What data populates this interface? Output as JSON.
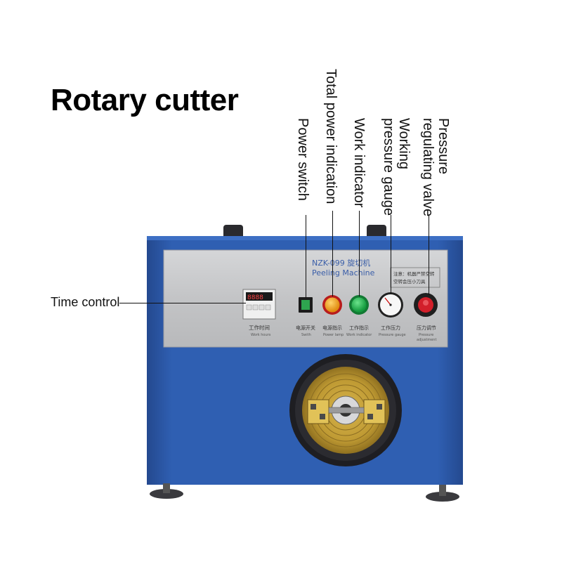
{
  "title": "Rotary cutter",
  "callouts": {
    "time_control": "Time control",
    "power_switch": "Power switch",
    "total_power_indication": "Total power indication",
    "work_indicator": "Work indicator",
    "working_pressure_gauge": [
      "Working",
      "pressure gauge"
    ],
    "pressure_regulating_valve": [
      "Pressure",
      "regulating valve"
    ]
  },
  "panel": {
    "model": "NZK-099  旋切机",
    "machine_name": "Peeling Machine",
    "notice": [
      "注意：机器严禁空转",
      "空转会压小刀具"
    ],
    "timer_label_cn": "工作时间",
    "timer_label_en": "Work hours",
    "switch_label_cn": "电源开关",
    "switch_label_en": "Swith",
    "power_lamp_cn": "电源指示",
    "power_lamp_en": "Power lamp",
    "work_indicator_cn": "工作指示",
    "work_indicator_en": "Work indicator",
    "gauge_cn": "工作压力",
    "gauge_en": "Pressure gauge",
    "valve_cn": "压力调节",
    "valve_en": [
      "Pressure",
      "adjustment"
    ]
  },
  "colors": {
    "cabinet_blue": "#2f5fb2",
    "cabinet_blue_dark": "#24498f",
    "panel_steel": "#c9cacc",
    "power_lamp": "#f2a31b",
    "work_lamp": "#22b24c",
    "switch_green": "#2ea44f",
    "valve_red": "#d21f2a",
    "disk_gold": "#c7a23a"
  }
}
